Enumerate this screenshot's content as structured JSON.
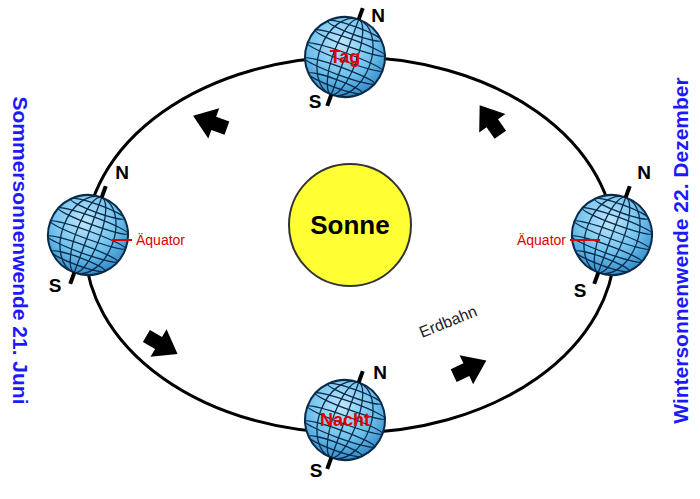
{
  "diagram": {
    "nodes": [
      {
        "text": [
          "Tag"
        ]
      },
      {
        "text": [
          "Sonne"
        ]
      },
      {
        "text": [
          "Nacht"
        ]
      }
    ],
    "labels": [
      "N",
      "S",
      "Sommersonnenwende 21. Juni",
      "N",
      "S",
      "Äquator",
      "Wintersonnenwende 22. Dezember",
      "N",
      "S",
      "Äquator",
      "Erdbahn",
      "N",
      "S"
    ]
  }
}
